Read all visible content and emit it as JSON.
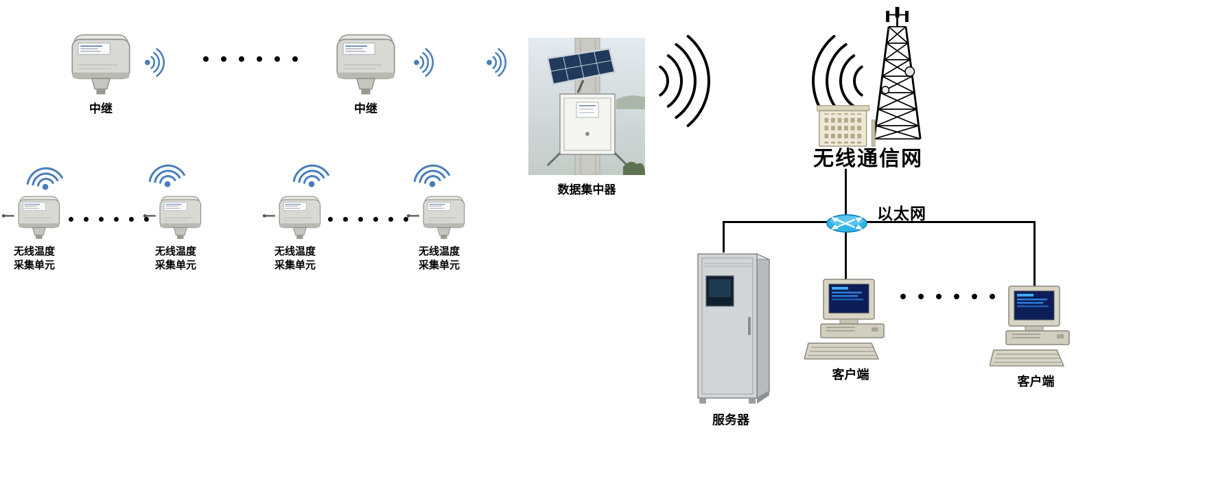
{
  "diagram": {
    "repeaters": [
      {
        "label": "中继"
      },
      {
        "label": "中继"
      }
    ],
    "sensors": [
      {
        "line1": "无线温度",
        "line2": "采集单元"
      },
      {
        "line1": "无线温度",
        "line2": "采集单元"
      },
      {
        "line1": "无线温度",
        "line2": "采集单元"
      },
      {
        "line1": "无线温度",
        "line2": "采集单元"
      }
    ],
    "concentrator": {
      "label": "数据集中器"
    },
    "wireless_network": {
      "label": "无线通信网"
    },
    "ethernet": {
      "label": "以太网"
    },
    "server": {
      "label": "服务器"
    },
    "clients": [
      {
        "label": "客户端"
      },
      {
        "label": "客户端"
      }
    ],
    "colors": {
      "signal_blue": "#4a7ebb",
      "wave_black": "#000000",
      "line_black": "#000000",
      "switch_blue": "#2fb4e9",
      "background": "#ffffff"
    }
  }
}
